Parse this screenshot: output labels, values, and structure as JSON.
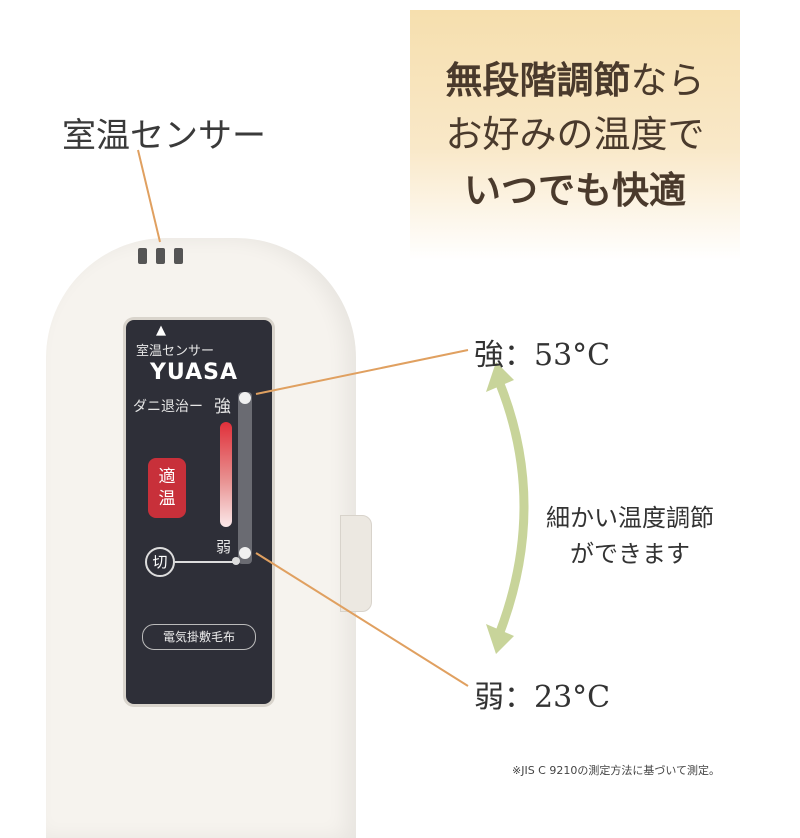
{
  "headline": {
    "line1_bold": "無段階調節",
    "line1_light": "なら",
    "line2": "お好みの温度で",
    "line3": "いつでも快適"
  },
  "sensor_label": "室温センサー",
  "panel": {
    "sensor_text": "室温センサー",
    "brand": "YUASA",
    "dani_label": "ダニ退治ー",
    "strong_label": "強",
    "optimal_line1": "適",
    "optimal_line2": "温",
    "weak_label": "弱",
    "off_label": "切",
    "model_label": "電気掛敷毛布"
  },
  "strong_temp": "強：53°C",
  "weak_temp": "弱：23°C",
  "fine_control_line1": "細かい温度調節",
  "fine_control_line2": "ができます",
  "footnote": "※JIS C 9210の測定方法に基づいて測定。",
  "colors": {
    "arrow": "#c8d49a",
    "leader_line": "#e0a060",
    "panel": "#2e2f38",
    "tekion_badge": "#c8303a"
  }
}
